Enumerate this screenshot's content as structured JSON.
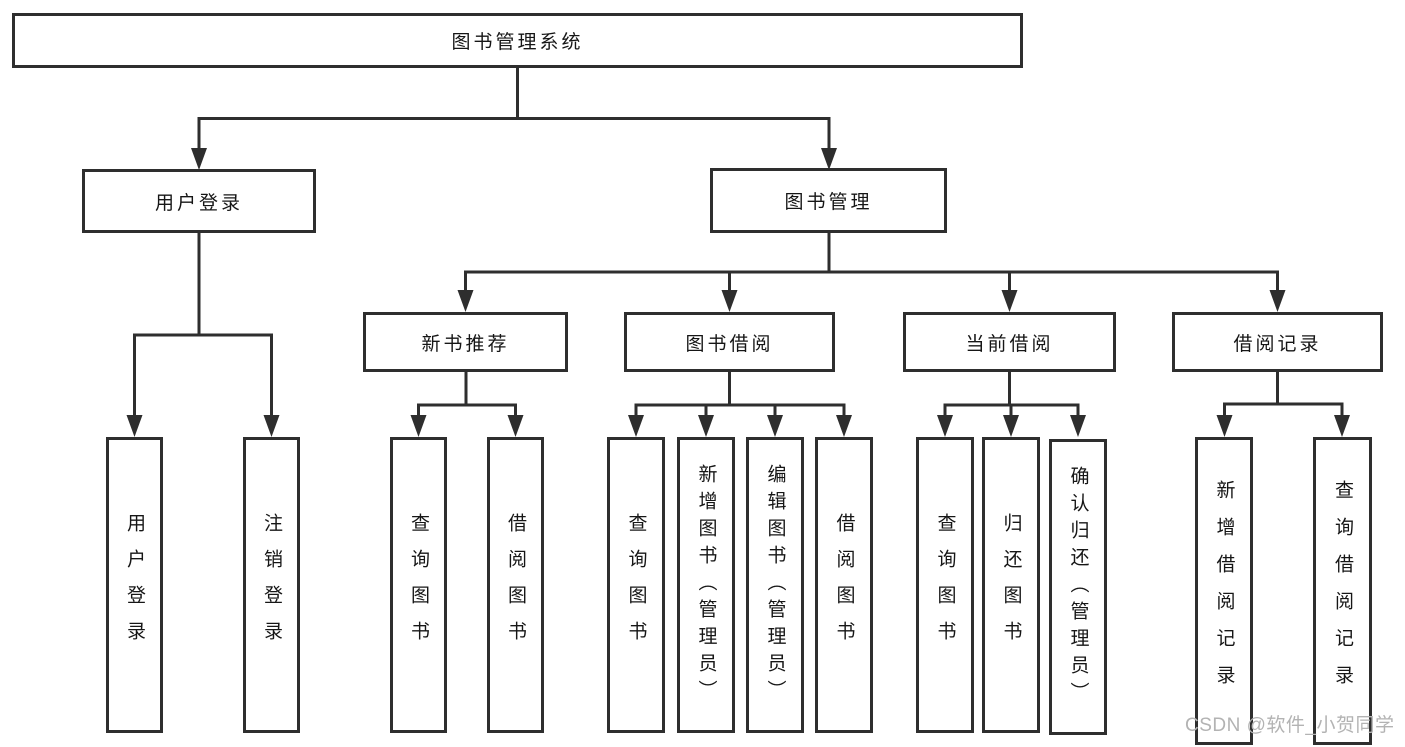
{
  "tree": {
    "root": {
      "label": "图书管理系统"
    },
    "level2": [
      {
        "label": "用户登录",
        "leaves": [
          "用户登录",
          "注销登录"
        ]
      },
      {
        "label": "图书管理",
        "groups": [
          {
            "label": "新书推荐",
            "leaves": [
              "查询图书",
              "借阅图书"
            ]
          },
          {
            "label": "图书借阅",
            "leaves": [
              "查询图书",
              "新增图书（管理员）",
              "编辑图书（管理员）",
              "借阅图书"
            ]
          },
          {
            "label": "当前借阅",
            "leaves": [
              "查询图书",
              "归还图书",
              "确认归还（管理员）"
            ]
          },
          {
            "label": "借阅记录",
            "leaves": [
              "新增借阅记录",
              "查询借阅记录"
            ]
          }
        ]
      }
    ]
  },
  "watermark": {
    "text": "CSDN @软件_小贺同学",
    "color": "#b3b3b3"
  },
  "colors": {
    "box_border": "#2e2e2e",
    "connector": "#2e2e2e",
    "text": "#161616",
    "background": "#ffffff"
  }
}
